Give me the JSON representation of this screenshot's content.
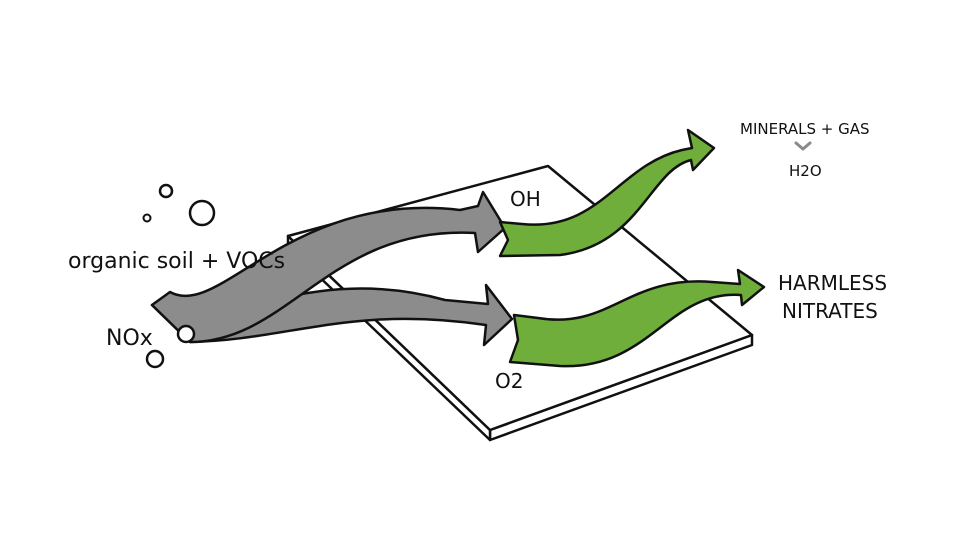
{
  "labels": {
    "organic": "organic soil + VOCs",
    "nox": "NOx",
    "oh": "OH",
    "o2": "O2",
    "minerals": "MINERALS + GAS",
    "h2o": "H2O",
    "harmless_1": "HARMLESS",
    "harmless_2": "NITRATES"
  },
  "colors": {
    "gray_arrow": "#8c8c8c",
    "green_arrow": "#6fae3a",
    "outline": "#111111",
    "connector": "#8a8a8a"
  },
  "icons": {
    "bubbles": "bubble-icon",
    "connector": "chevron-down-icon"
  }
}
